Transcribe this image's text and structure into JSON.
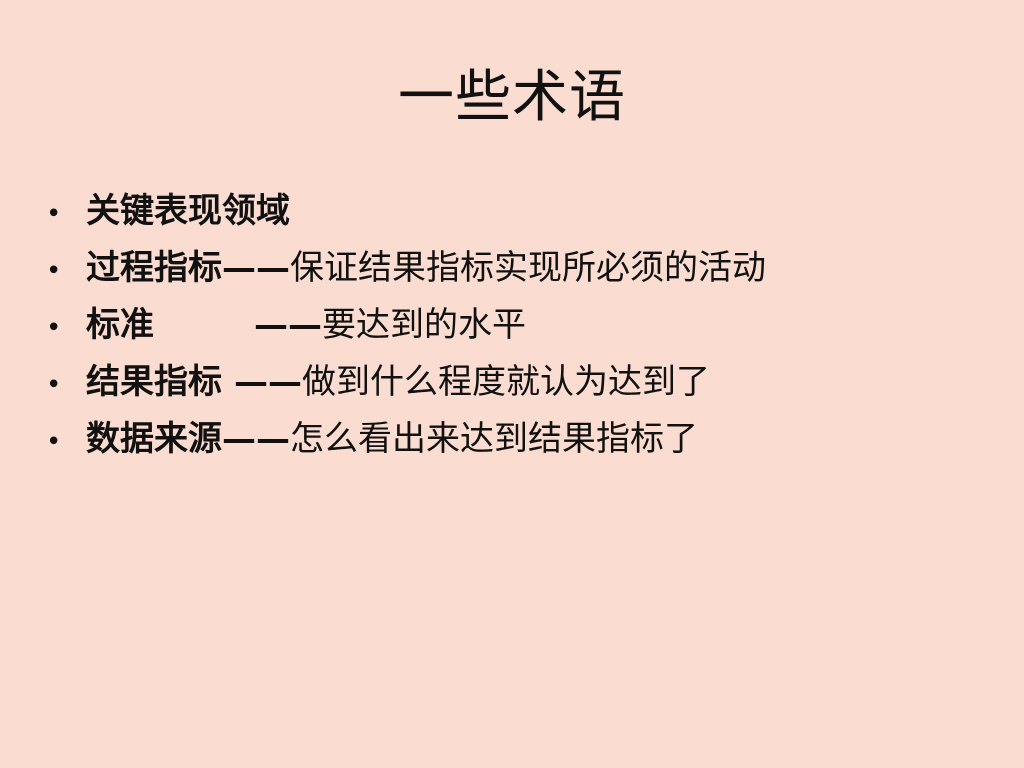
{
  "slide": {
    "title": "一些术语",
    "bullet": "•",
    "items": [
      {
        "term": "关键表现领域",
        "dash": "",
        "desc": ""
      },
      {
        "term": "过程指标",
        "dash": "——",
        "desc": "保证结果指标实现所必须的活动"
      },
      {
        "term": "标准",
        "dash": "——",
        "desc": "要达到的水平"
      },
      {
        "term": "结果指标",
        "dash": "——",
        "desc": "做到什么程度就认为达到了"
      },
      {
        "term": "数据来源",
        "dash": "——",
        "desc": "怎么看出来达到结果指标了"
      }
    ]
  },
  "colors": {
    "background": "#fadcd0",
    "text": "#111111"
  }
}
